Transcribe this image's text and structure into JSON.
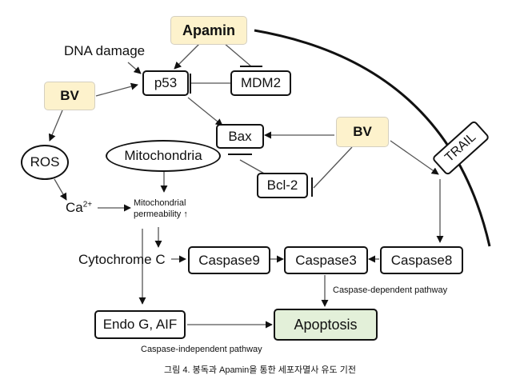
{
  "nodes": {
    "apamin": "Apamin",
    "dna_damage": "DNA damage",
    "p53": "p53",
    "mdm2": "MDM2",
    "bv_left": "BV",
    "bv_right": "BV",
    "bax": "Bax",
    "bcl2": "Bcl-2",
    "ros": "ROS",
    "mitochondria": "Mitochondria",
    "ca_base": "Ca",
    "ca_sup": "2+",
    "mito_perm_line1": "Mitochondrial",
    "mito_perm_line2": "permeability ↑",
    "trail": "TRAIL",
    "cytochrome_c": "Cytochrome C",
    "caspase9": "Caspase9",
    "caspase3": "Caspase3",
    "caspase8": "Caspase8",
    "endo_g_aif": "Endo G, AIF",
    "apoptosis": "Apoptosis"
  },
  "labels": {
    "caspase_dependent": "Caspase-dependent pathway",
    "caspase_independent": "Caspase-independent pathway"
  },
  "caption": "그림 4. 봉독과 Apamin을 통한 세포자멸사 유도 기전",
  "colors": {
    "agent_fill": "#fdf2cc",
    "apoptosis_fill": "#e3f0d9"
  }
}
